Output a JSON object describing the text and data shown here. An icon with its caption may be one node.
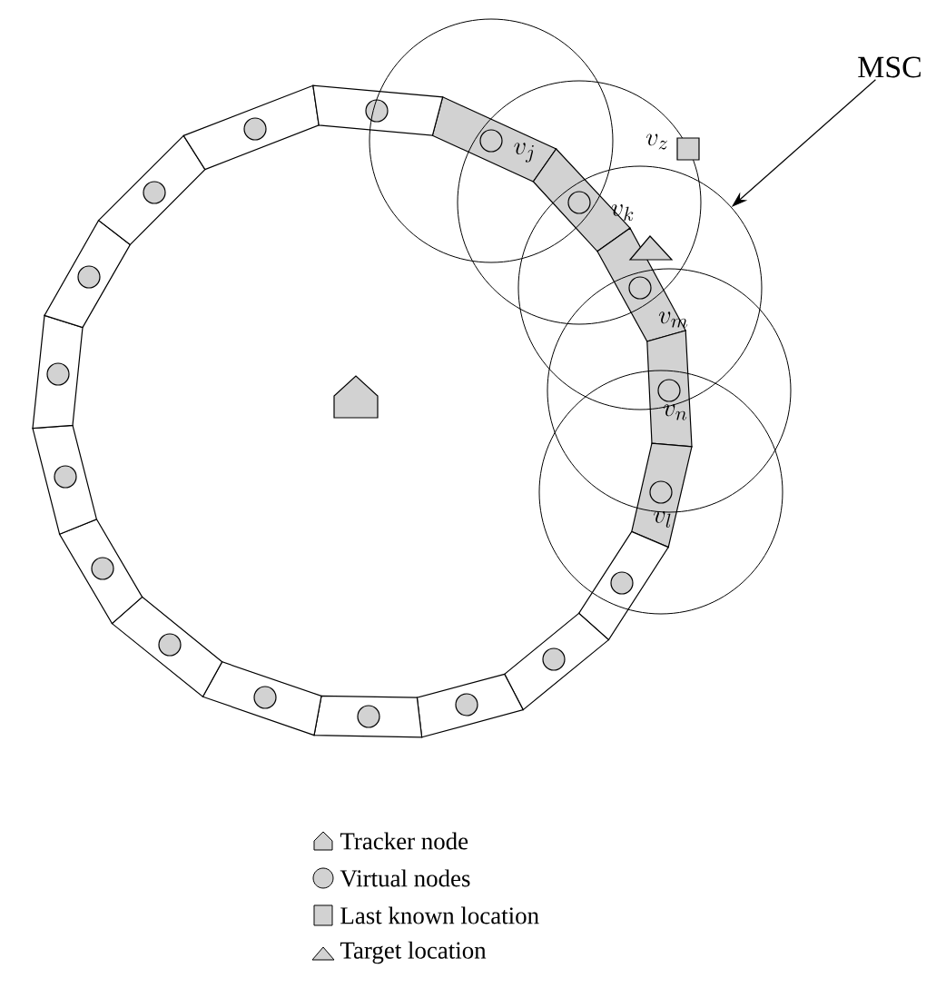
{
  "diagram": {
    "nodes": [
      {
        "text": [
          "MSC"
        ]
      },
      {
        "text": [],
        "shape": "circle"
      },
      {
        "text": [],
        "shape": "circle"
      },
      {
        "text": [],
        "shape": "circle"
      },
      {
        "text": [],
        "shape": "circle"
      },
      {
        "text": [],
        "shape": "circle"
      }
    ],
    "edges": [
      {
        "from": 0,
        "to": 3,
        "arrow": "to"
      }
    ],
    "labels": [
      "v_j",
      "v_k",
      "v_z",
      "v_m",
      "v_n",
      "v_l"
    ],
    "legend": [
      {
        "text": "Tracker node"
      },
      {
        "text": "Virtual nodes"
      },
      {
        "text": "Last known location"
      },
      {
        "text": "Target location"
      }
    ]
  }
}
